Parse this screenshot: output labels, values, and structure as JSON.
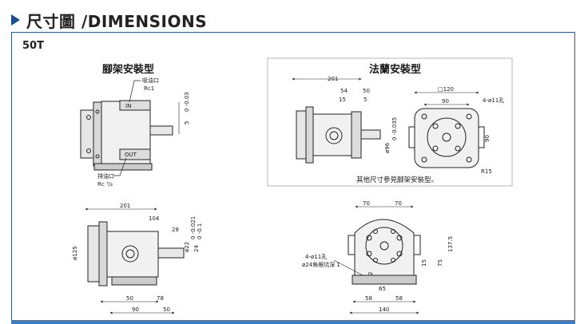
{
  "header": {
    "title": "尺寸圖 /DIMENSIONS"
  },
  "model": "50T",
  "foot_mount": {
    "caption": "腳架安裝型",
    "suction_label": "吸油口",
    "suction_thread": "Rc1",
    "discharge_label": "排油口",
    "discharge_thread": "Rc ³/₄",
    "in_mark": "IN",
    "out_mark": "OUT",
    "dim_key_tol": "0 -0.03",
    "dim_key_width": "5"
  },
  "flange_mount": {
    "caption": "法蘭安裝型",
    "dims": {
      "overall": "201",
      "d54": "54",
      "d50": "50",
      "d15": "15",
      "d5": "5",
      "shaft_dia": "ø96",
      "shaft_tol": "0 -0.035",
      "sq120": "□120",
      "d90w": "90",
      "d90h": "90",
      "holes": "4-ø11孔",
      "r15": "R15"
    },
    "note": "其他尺寸參見腳架安裝型。"
  },
  "front_view": {
    "dims": {
      "overall": "201",
      "d104": "104",
      "d28": "28",
      "shaft": "ø22",
      "shaft_tol": "0 -0.021",
      "d24": "24",
      "d24_tol": "0 -0.1",
      "height": "ø125",
      "d50": "50",
      "d78": "78",
      "d90": "90",
      "d50b": "50"
    }
  },
  "side_view": {
    "dims": {
      "d70a": "70",
      "d70b": "70",
      "height": "137.5",
      "d75": "75",
      "d15": "15",
      "d2": "2",
      "d65": "65",
      "d58a": "58",
      "d58b": "58",
      "d140": "140",
      "holes": "4-ø11孔",
      "counterbore": "ø24魚眼坑深 1"
    }
  }
}
